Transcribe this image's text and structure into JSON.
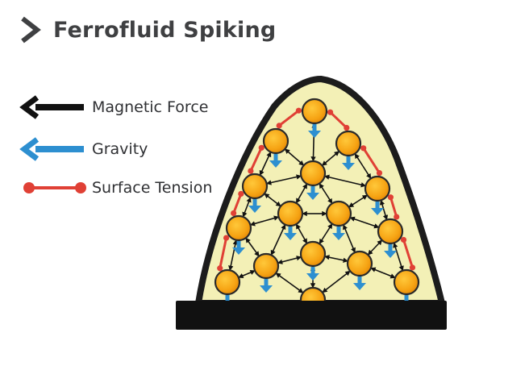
{
  "title": "Ferrofluid Spiking",
  "legend": {
    "magnetic_force": "Magnetic Force",
    "gravity": "Gravity",
    "surface_tension": "Surface Tension"
  },
  "colors": {
    "title_text": "#3f4042",
    "magnetic_force": "#111111",
    "gravity": "#2d8fd0",
    "surface_tension": "#e04035",
    "spike_fill": "#f3f0b6",
    "spike_outline": "#1c1c1c",
    "base": "#111111",
    "particle_fill": "#f6a313",
    "particle_edge": "#2a2a2a"
  },
  "icons": [
    "chevron-right-icon",
    "magnetic-force-arrow-icon",
    "gravity-arrow-icon",
    "surface-tension-link-icon"
  ]
}
